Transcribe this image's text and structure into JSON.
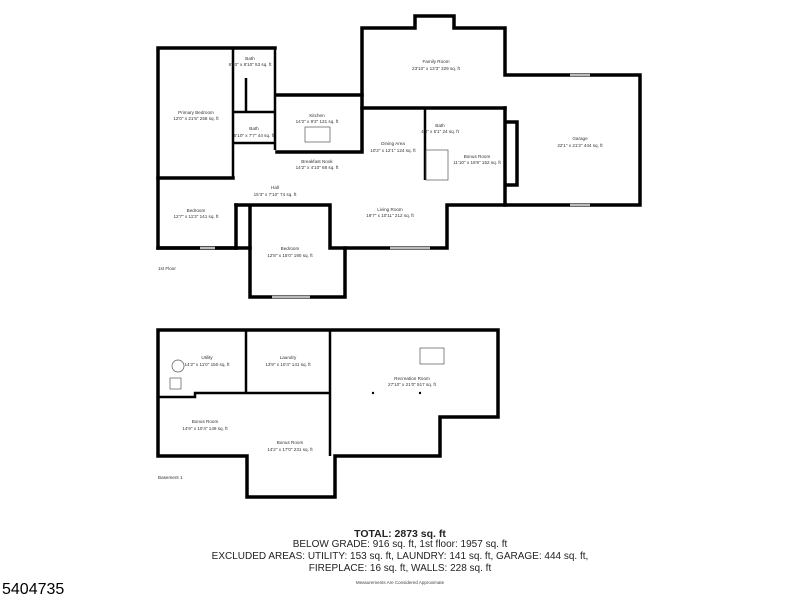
{
  "floors": [
    {
      "label": "1st Floor",
      "rooms": [
        {
          "name": "Primary Bedroom",
          "dims": "12'0\" x 21'5\" 258 sq. ft"
        },
        {
          "name": "Bath",
          "dims": "6'10\" x 8'10\" 53 sq. ft"
        },
        {
          "name": "Bath",
          "dims": "5'10\" x 7'7\" 44 sq. ft"
        },
        {
          "name": "Kitchen",
          "dims": "14'2\" x 9'3\" 131 sq. ft"
        },
        {
          "name": "Breakfast Nook",
          "dims": "14'2\" x 4'10\" 68 sq. ft"
        },
        {
          "name": "Hall",
          "dims": "15'3\" x 7'10\" 74 sq. ft"
        },
        {
          "name": "Bedroom",
          "dims": "12'7\" x 11'3\" 141 sq. ft"
        },
        {
          "name": "Bedroom",
          "dims": "12'8\" x 15'0\" 190 sq. ft"
        },
        {
          "name": "Family Room",
          "dims": "23'10\" x 13'3\" 329 sq. ft"
        },
        {
          "name": "Dining Area",
          "dims": "10'2\" x 12'1\" 124 sq. ft"
        },
        {
          "name": "Bath",
          "dims": "4'3\" x 5'1\" 24 sq. ft"
        },
        {
          "name": "Bonus Room",
          "dims": "11'10\" x 15'9\" 152 sq. ft"
        },
        {
          "name": "Living Room",
          "dims": "19'7\" x 10'11\" 212 sq. ft"
        },
        {
          "name": "Garage",
          "dims": "22'1\" x 21'2\" 444 sq. ft"
        }
      ]
    },
    {
      "label": "Basement 1",
      "rooms": [
        {
          "name": "Utility",
          "dims": "14'2\" x 11'0\" 150 sq. ft"
        },
        {
          "name": "Laundry",
          "dims": "13'9\" x 10'4\" 141 sq. ft"
        },
        {
          "name": "Recreation Room",
          "dims": "27'10\" x 21'0\" 517 sq. ft"
        },
        {
          "name": "Bonus Room",
          "dims": "14'9\" x 10'4\" 149 sq. ft"
        },
        {
          "name": "Bonus Room",
          "dims": "14'2\" x 17'0\" 231 sq. ft"
        }
      ]
    }
  ],
  "summary": {
    "total": "TOTAL: 2873 sq. ft",
    "line1": "BELOW GRADE: 916 sq. ft, 1st floor: 1957 sq. ft",
    "line2": "EXCLUDED AREAS: UTILITY: 153 sq. ft, LAUNDRY: 141 sq. ft, GARAGE: 444 sq. ft,",
    "line3": "FIREPLACE: 16 sq. ft, WALLS: 228 sq. ft",
    "note": "Measurements Are Considered Approximate"
  },
  "listing_id": "5404735"
}
